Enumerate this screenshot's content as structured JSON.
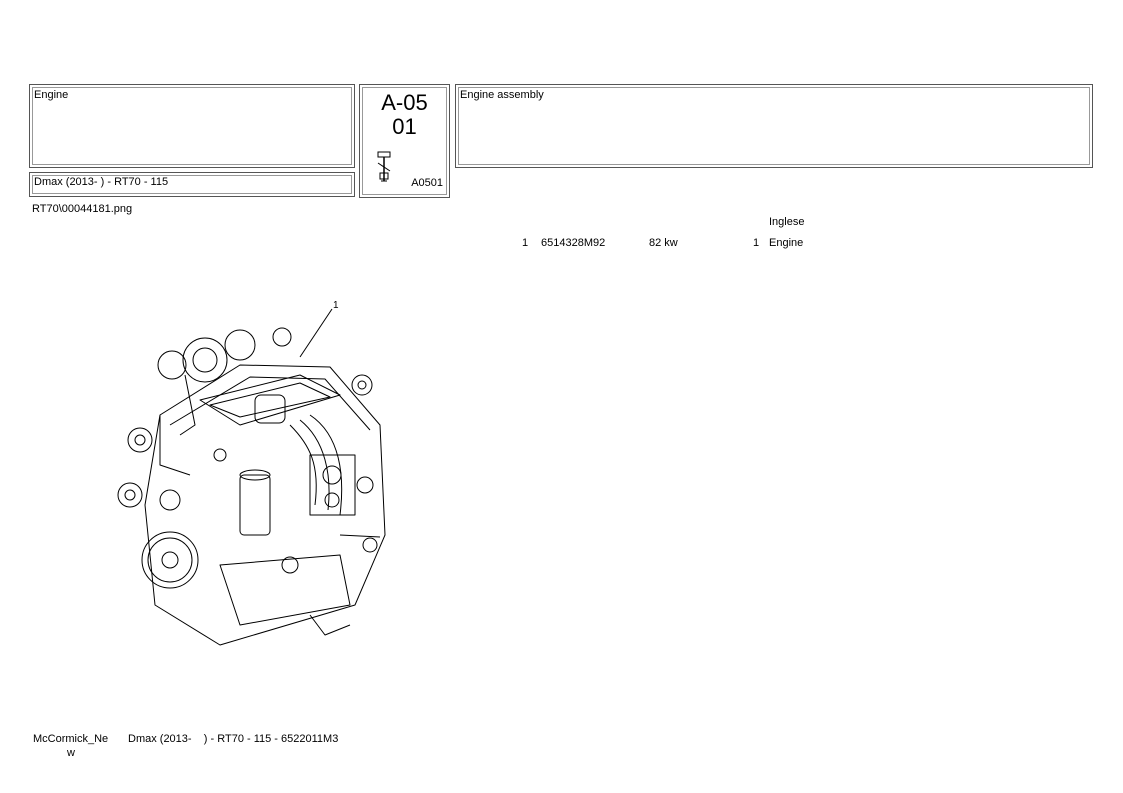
{
  "header": {
    "group_title": "Engine",
    "model_line": "Dmax (2013-    ) - RT70 - 115",
    "code_section": "A-05",
    "code_page": "01",
    "ref_code": "A0501",
    "description": "Engine assembly"
  },
  "image_file": "RT70\\00044181.png",
  "parts_table": {
    "language_header": "Inglese",
    "rows": [
      {
        "pos": "1",
        "part_number": "6514328M92",
        "note": "82 kw",
        "qty": "1",
        "description": "Engine"
      }
    ]
  },
  "diagram": {
    "callout": "1"
  },
  "footer": {
    "brand_line1": "McCormick_Ne",
    "brand_line2": "w",
    "doc_ref": "Dmax (2013-    ) - RT70 - 115 - 6522011M3"
  }
}
